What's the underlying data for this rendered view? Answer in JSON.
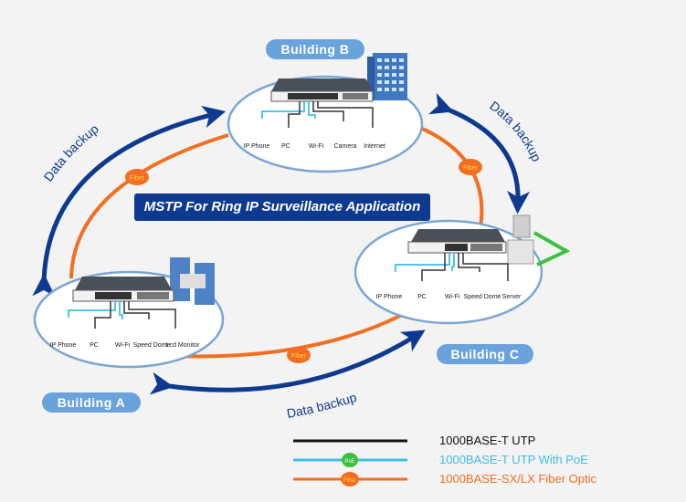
{
  "title": "MSTP For Ring IP Surveillance Application",
  "colors": {
    "background": "#f3f3f3",
    "backup_arrow": "#0d3a8f",
    "fiber": "#f26f21",
    "poe": "#3fbde8",
    "poe_badge": "#3cc13b",
    "utp": "#222222",
    "building_label": "#6aa3dc",
    "ellipse_stroke": "#7aa6d6"
  },
  "buildings": [
    {
      "id": "B",
      "label": "Building B",
      "devices": [
        "IP Phone",
        "PC",
        "Wi-Fi",
        "Camera",
        "Internet"
      ]
    },
    {
      "id": "C",
      "label": "Building C",
      "devices": [
        "IP Phone",
        "PC",
        "Wi-Fi",
        "Speed Dome",
        "Server"
      ]
    },
    {
      "id": "A",
      "label": "Building A",
      "devices": [
        "IP Phone",
        "PC",
        "Wi-Fi",
        "Speed Dome",
        "Lcd Monitor"
      ]
    }
  ],
  "links": {
    "fiber_badge": "Fiber",
    "poe_badge": "PoE",
    "backup_label": "Data backup"
  },
  "legend": [
    {
      "type": "utp",
      "label": "1000BASE-T  UTP",
      "color": "#111111"
    },
    {
      "type": "poe",
      "label": "1000BASE-T  UTP With PoE",
      "color": "#3fbde8",
      "badge": "PoE"
    },
    {
      "type": "fiber",
      "label": "1000BASE-SX/LX  Fiber Optic",
      "color": "#f26f21",
      "badge": "Fiber"
    }
  ]
}
